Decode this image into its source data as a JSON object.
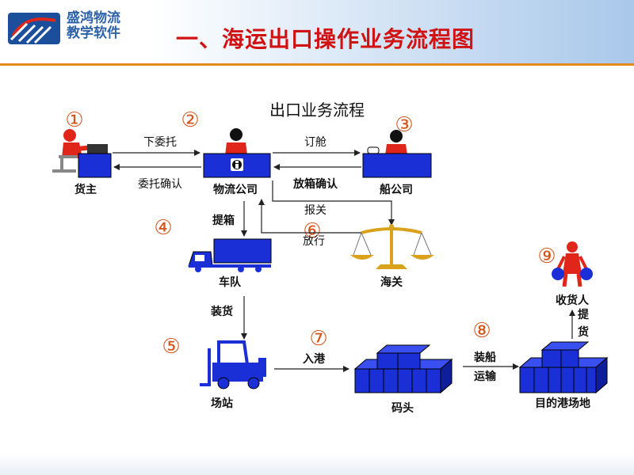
{
  "header": {
    "logo_line1": "盛鸿物流",
    "logo_line2": "教学软件",
    "title": "一、海运出口操作业务流程图"
  },
  "diagram": {
    "title": "出口业务流程",
    "circled_numbers": [
      "①",
      "②",
      "③",
      "④",
      "⑤",
      "⑥",
      "⑦",
      "⑧",
      "⑨"
    ],
    "nodes": {
      "shipper": "货主",
      "logistics_company": "物流公司",
      "shipping_company": "船公司",
      "truck_fleet": "车队",
      "customs": "海关",
      "yard": "场站",
      "wharf": "码头",
      "consignee": "收货人",
      "destination_port": "目的港场地"
    },
    "edges": {
      "entrust": "下委托",
      "entrust_confirm": "委托确认",
      "book_space": "订舱",
      "release_confirm": "放箱确认",
      "declare_customs": "报关",
      "clearance": "放行",
      "pick_container": "提箱",
      "loading": "装货",
      "enter_port": "入港",
      "ship_loading_1": "装船",
      "ship_loading_2": "运输",
      "pickup_1": "提",
      "pickup_2": "货"
    }
  },
  "colors": {
    "title_red": "#d11212",
    "node_blue": "#1a2fd6",
    "person_red": "#e0261b",
    "number_orange": "#d4541a",
    "rule_orange": "#e58a1e",
    "scale_gold": "#d9a21a"
  }
}
